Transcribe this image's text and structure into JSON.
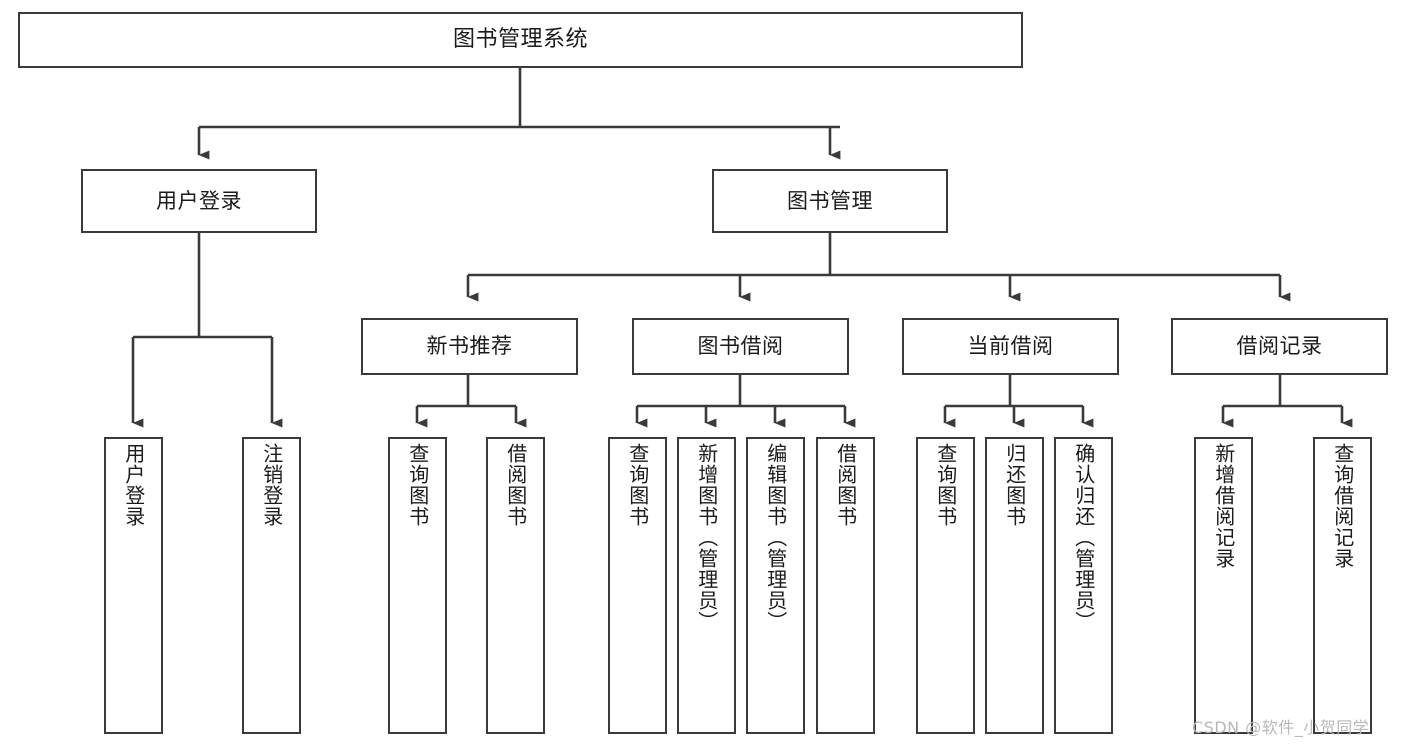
{
  "diagram": {
    "title": "图书管理系统",
    "type": "tree-hierarchy-chart",
    "root": {
      "label": "图书管理系统"
    },
    "level1": [
      {
        "label": "用户登录"
      },
      {
        "label": "图书管理"
      }
    ],
    "level2": [
      {
        "label": "新书推荐"
      },
      {
        "label": "图书借阅"
      },
      {
        "label": "当前借阅"
      },
      {
        "label": "借阅记录"
      }
    ],
    "leaves": {
      "user_login": [
        {
          "label": "用户登录"
        },
        {
          "label": "注销登录"
        }
      ],
      "new_book_recommend": [
        {
          "label": "查询图书"
        },
        {
          "label": "借阅图书"
        }
      ],
      "book_borrow": [
        {
          "label": "查询图书"
        },
        {
          "label": "新增图书（管理员）"
        },
        {
          "label": "编辑图书（管理员）"
        },
        {
          "label": "借阅图书"
        }
      ],
      "current_borrow": [
        {
          "label": "查询图书"
        },
        {
          "label": "归还图书"
        },
        {
          "label": "确认归还（管理员）"
        }
      ],
      "borrow_records": [
        {
          "label": "新增借阅记录"
        },
        {
          "label": "查询借阅记录"
        }
      ]
    }
  },
  "watermark": {
    "text": "CSDN @软件_小贺同学"
  },
  "colors": {
    "stroke": "#3a3a3a",
    "box_fill": "#ffffff",
    "text": "#1b1b1b",
    "watermark": "#b9b9b9"
  }
}
